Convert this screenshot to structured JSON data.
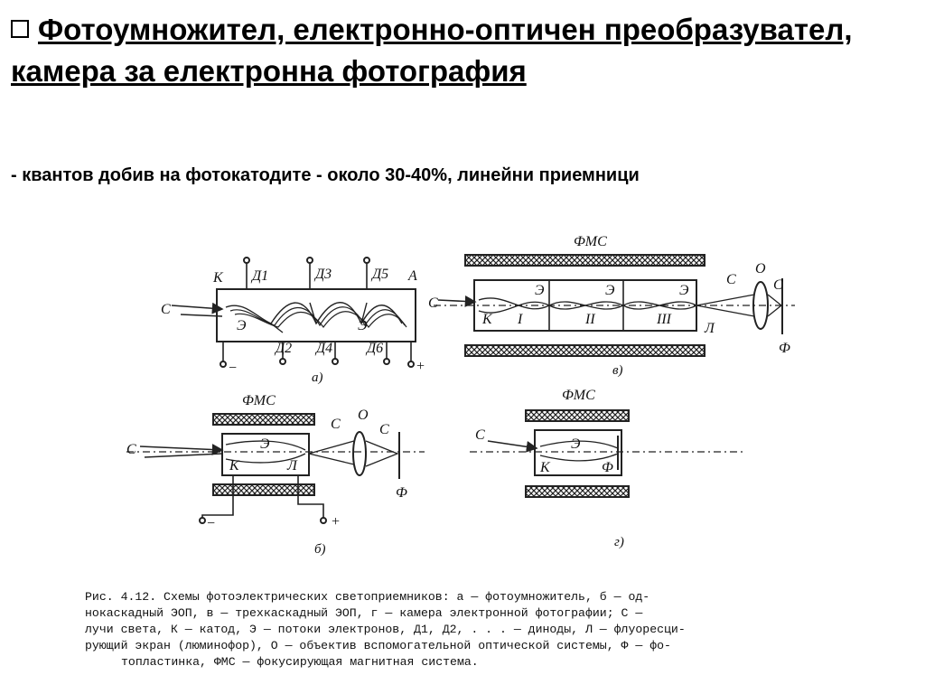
{
  "slide": {
    "title": "Фотоумножител, електронно-оптичен преобразувател, камера за електронна фотография",
    "subtitle": "- квантов добив на фотокатодите - около 30-40%, линейни приемници"
  },
  "figure": {
    "labels": {
      "C": "С",
      "K": "К",
      "E": "Э",
      "A": "А",
      "O": "О",
      "L": "Л",
      "F": "Ф",
      "FMS": "ФМС",
      "D1": "Д1",
      "D2": "Д2",
      "D3": "Д3",
      "D4": "Д4",
      "D5": "Д5",
      "D6": "Д6",
      "minus": "−",
      "plus": "+",
      "I": "I",
      "II": "II",
      "III": "III",
      "sub_a": "а)",
      "sub_b": "б)",
      "sub_v": "в)",
      "sub_g": "г)"
    },
    "caption": [
      "Рис. 4.12. Схемы фотоэлектрических светоприемников: а — фотоумножитель, б — од-",
      "нокаскадный ЭОП, в — трехкаскадный ЭОП, г — камера электронной фотографии; С —",
      "лучи света, К — катод, Э — потоки электронов, Д1, Д2, . . . — диноды, Л — флуоресци-",
      "рующий экран (люминофор), О — объектив вспомогательной оптической системы, Ф — фо-",
      "топластинка, ФМС — фокусирующая магнитная система."
    ]
  }
}
